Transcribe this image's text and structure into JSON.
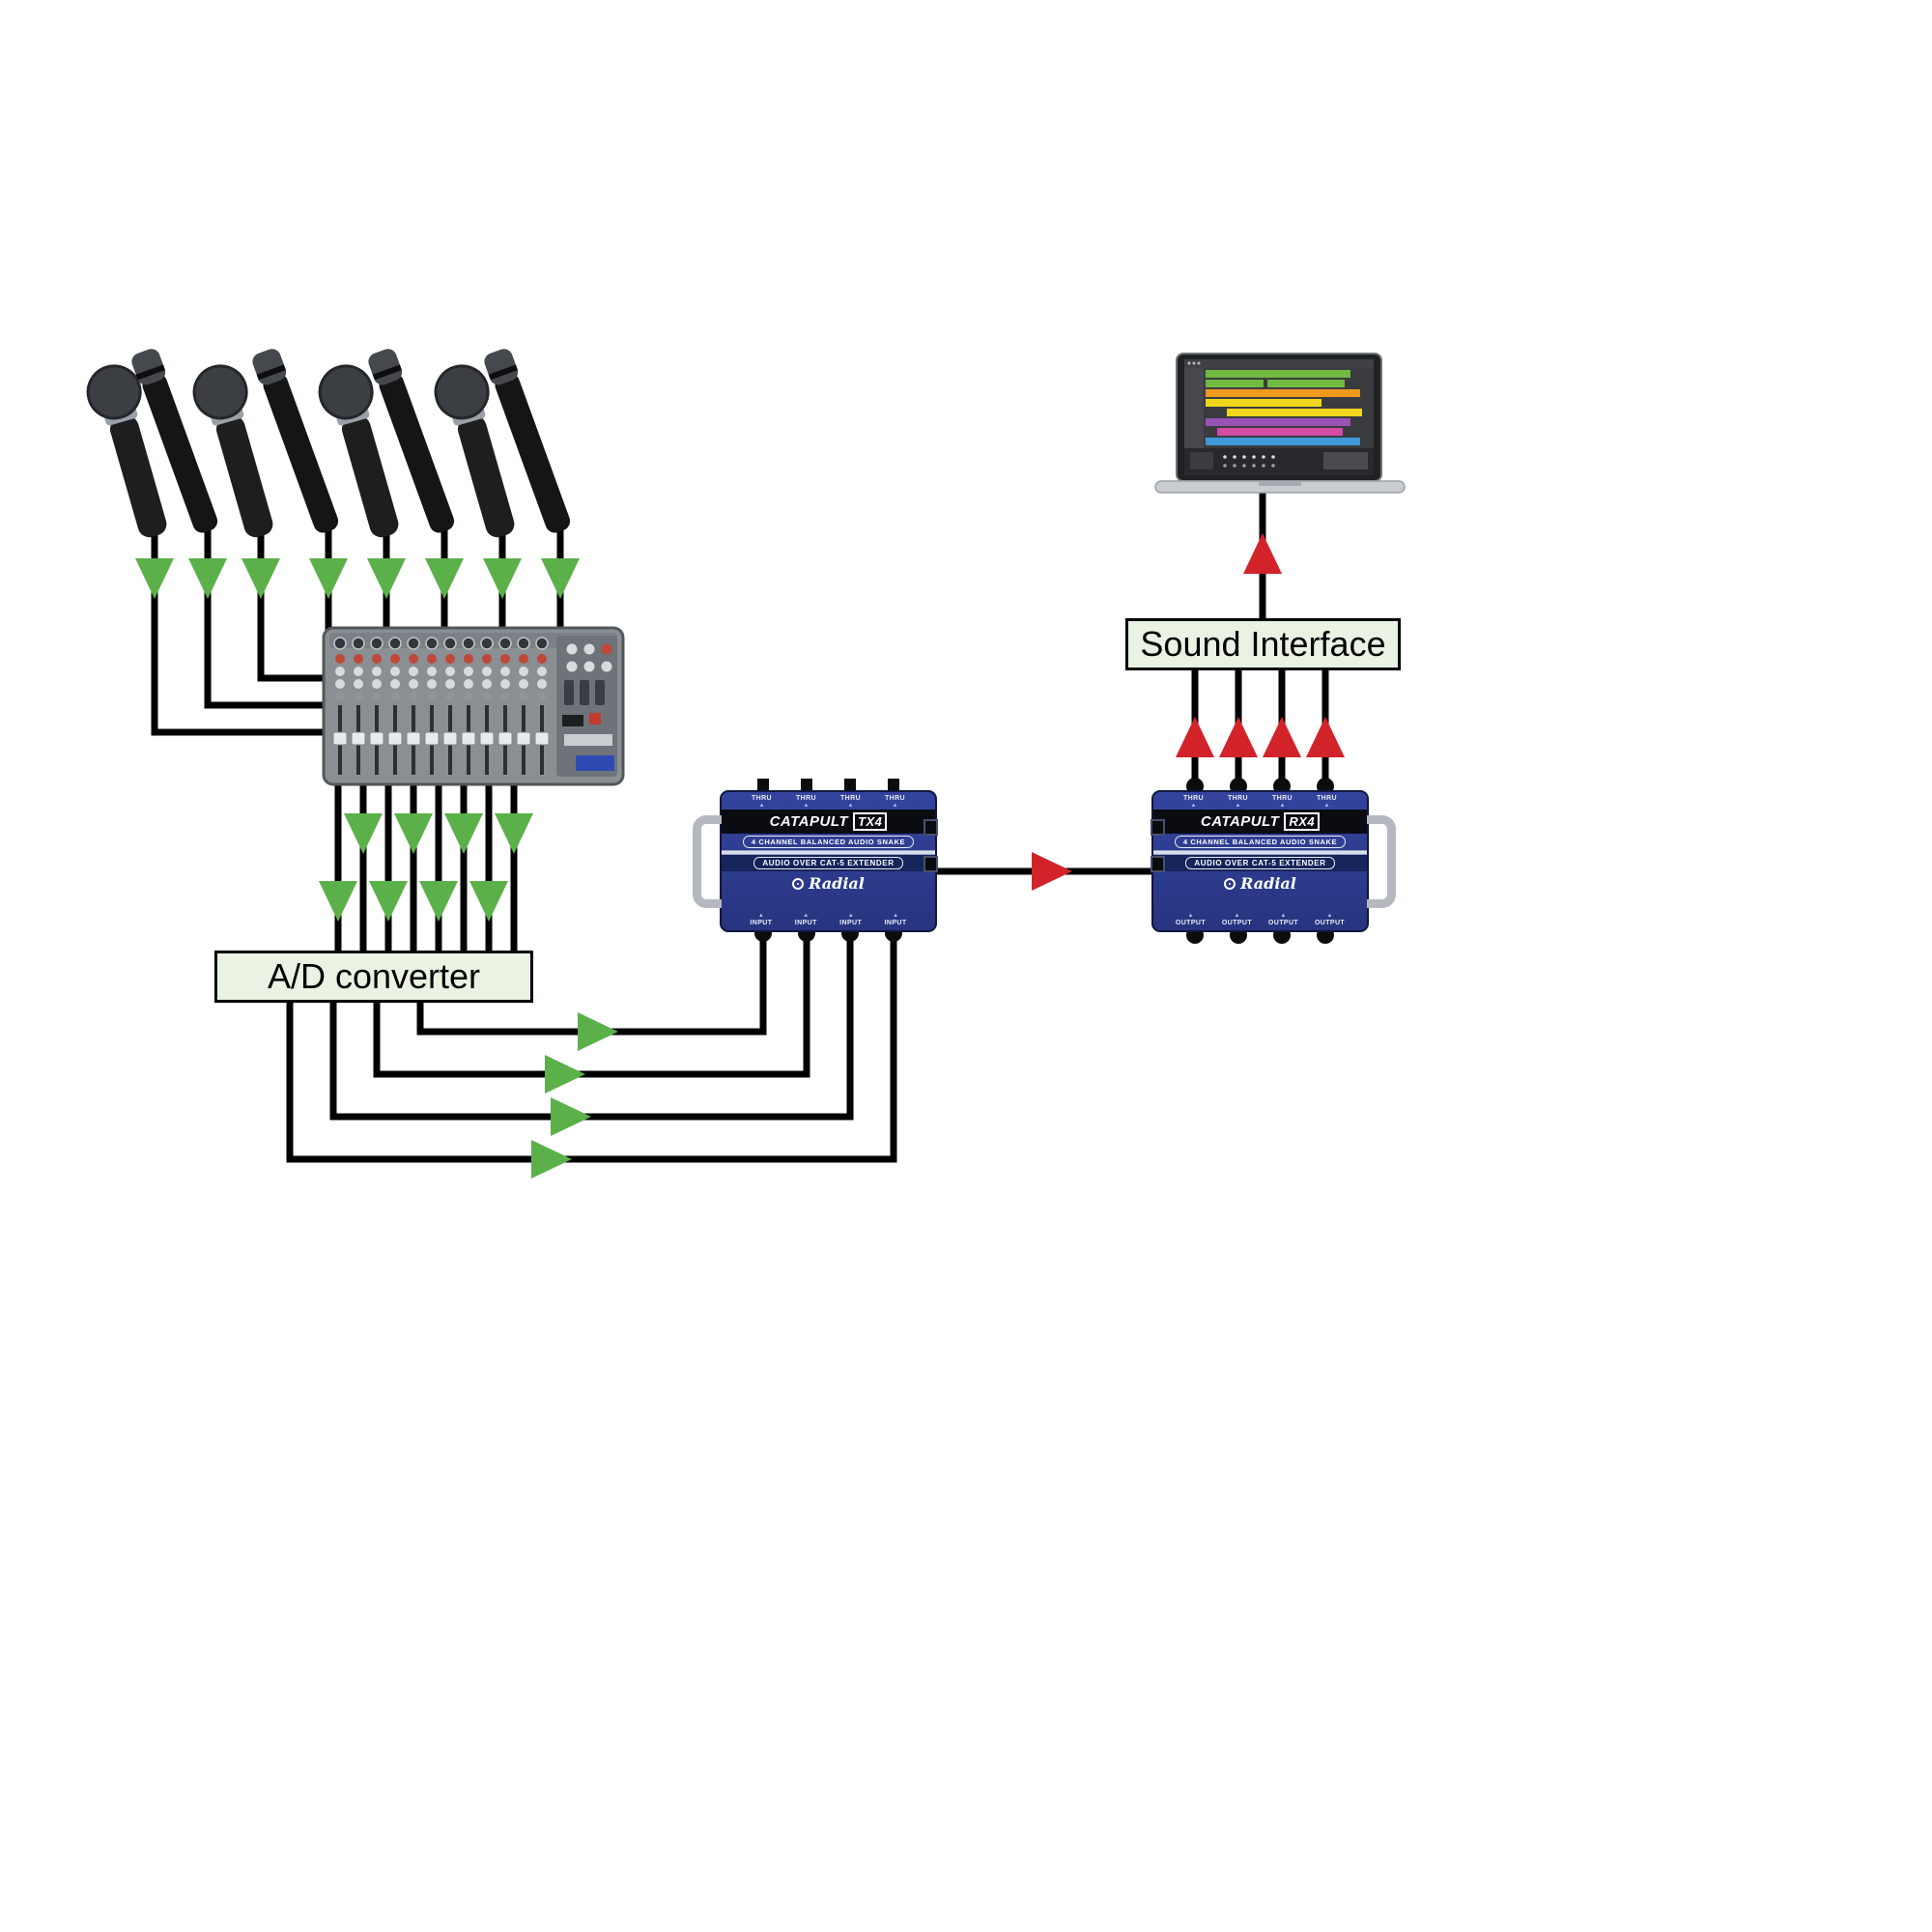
{
  "diagram": {
    "labels": {
      "ad_converter": "A/D converter",
      "sound_interface": "Sound Interface"
    },
    "devices": {
      "tx4": {
        "title_main": "CATAPULT",
        "title_model": "TX4",
        "subtitle": "4 CHANNEL BALANCED AUDIO SNAKE",
        "band": "AUDIO OVER CAT-5 EXTENDER",
        "brand": "Radial",
        "top_ports": [
          "THRU",
          "THRU",
          "THRU",
          "THRU"
        ],
        "bottom_ports": [
          "INPUT",
          "INPUT",
          "INPUT",
          "INPUT"
        ]
      },
      "rx4": {
        "title_main": "CATAPULT",
        "title_model": "RX4",
        "subtitle": "4 CHANNEL BALANCED AUDIO SNAKE",
        "band": "AUDIO OVER CAT-5 EXTENDER",
        "brand": "Radial",
        "top_ports": [
          "THRU",
          "THRU",
          "THRU",
          "THRU"
        ],
        "bottom_ports": [
          "OUTPUT",
          "OUTPUT",
          "OUTPUT",
          "OUTPUT"
        ]
      }
    },
    "equipment": {
      "microphone_count": 8
    },
    "colors": {
      "signal_green": "#5cb04a",
      "signal_red": "#d2232a",
      "cable": "#000000",
      "device_blue": "#2c3a8f",
      "device_navy": "#16245c",
      "label_box_bg": "#e9f2e3"
    },
    "icons": {
      "warning_triangle": "▲"
    }
  }
}
